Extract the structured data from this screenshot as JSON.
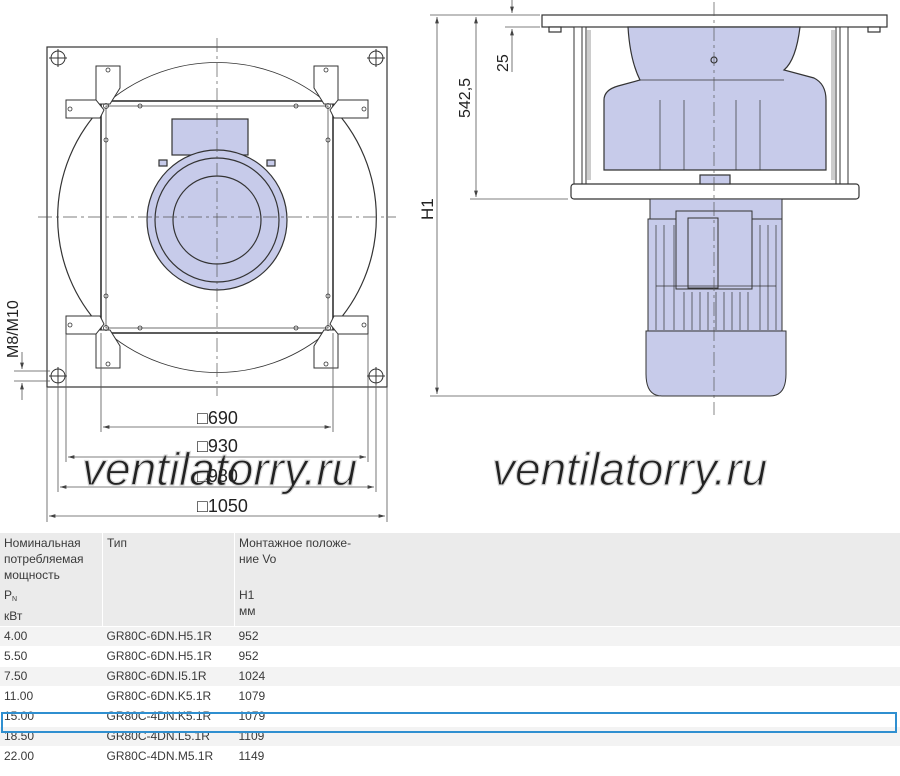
{
  "drawing": {
    "dim_690": "□690",
    "dim_930": "□930",
    "dim_980": "□980",
    "dim_1050": "□1050",
    "dim_bolt": "M8/M10",
    "dim_25": "25",
    "dim_542": "542,5",
    "dim_h1": "H1",
    "watermark_left": "ventilatorry.ru",
    "watermark_right": "ventilatorry.ru",
    "colors": {
      "fan_fill": "#c7cbea",
      "line": "#333333",
      "dim": "#555555"
    }
  },
  "table": {
    "header": {
      "power_lines": [
        "Номинальная",
        "потребляемая",
        "мощность"
      ],
      "power_symbol": "P",
      "power_symbol_sub": "N",
      "power_unit": "кВт",
      "type": "Тип",
      "mount_lines": [
        "Монтажное положе-",
        "ние Vo"
      ],
      "h1": "H1",
      "h1_unit": "мм"
    },
    "rows": [
      {
        "power": "4.00",
        "type": "GR80C-6DN.H5.1R",
        "h1": "952"
      },
      {
        "power": "5.50",
        "type": "GR80C-6DN.H5.1R",
        "h1": "952"
      },
      {
        "power": "7.50",
        "type": "GR80C-6DN.I5.1R",
        "h1": "1024"
      },
      {
        "power": "11.00",
        "type": "GR80C-6DN.K5.1R",
        "h1": "1079"
      },
      {
        "power": "15.00",
        "type": "GR80C-4DN.K5.1R",
        "h1": "1079"
      },
      {
        "power": "18.50",
        "type": "GR80C-4DN.L5.1R",
        "h1": "1109"
      },
      {
        "power": "22.00",
        "type": "GR80C-4DN.M5.1R",
        "h1": "1149"
      }
    ],
    "selected_row": 4
  }
}
